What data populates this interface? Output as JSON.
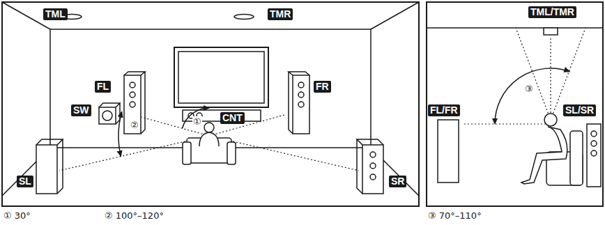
{
  "diagram": {
    "nodes": [
      {
        "text": [
          "TML"
        ]
      },
      {
        "text": [
          "TMR"
        ]
      },
      {
        "text": [
          "FL"
        ]
      },
      {
        "text": [
          "FR"
        ]
      },
      {
        "text": [
          "SW"
        ]
      },
      {
        "text": [
          "CNT"
        ]
      },
      {
        "text": [
          "SL"
        ]
      },
      {
        "text": [
          "SR"
        ]
      },
      {
        "text": [
          "TML/TMR"
        ]
      },
      {
        "text": [
          "FL/FR"
        ]
      },
      {
        "text": [
          "SL/SR"
        ]
      }
    ],
    "labels": [
      "①",
      "②",
      "③",
      "① 30°",
      "② 100°–120°",
      "③ 70°–110°"
    ]
  }
}
